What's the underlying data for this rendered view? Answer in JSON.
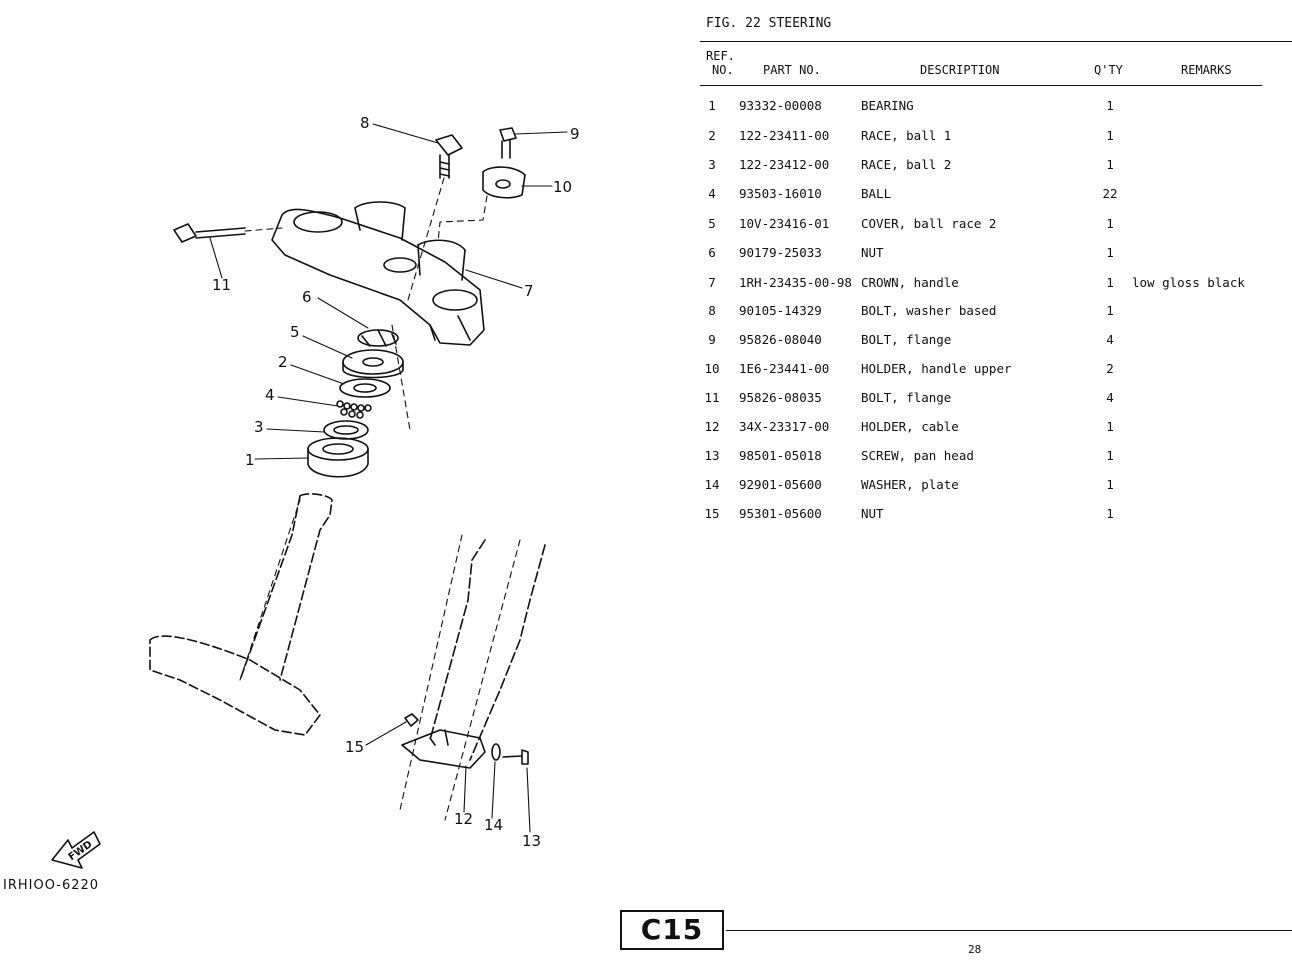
{
  "figure": {
    "title": "FIG. 22  STEERING",
    "drawing_id": "IRHIOO-6220",
    "fwd_label": "FWD"
  },
  "table": {
    "headers": {
      "ref_line1": "REF.",
      "ref_line2": "NO.",
      "part_no": "PART NO.",
      "description": "DESCRIPTION",
      "qty": "Q'TY",
      "remarks": "REMARKS"
    },
    "rows": [
      {
        "ref": "1",
        "part_no": "93332-00008",
        "description": "BEARING",
        "qty": "1",
        "remarks": ""
      },
      {
        "ref": "2",
        "part_no": "122-23411-00",
        "description": "RACE, ball 1",
        "qty": "1",
        "remarks": ""
      },
      {
        "ref": "3",
        "part_no": "122-23412-00",
        "description": "RACE, ball 2",
        "qty": "1",
        "remarks": ""
      },
      {
        "ref": "4",
        "part_no": "93503-16010",
        "description": "BALL",
        "qty": "22",
        "remarks": ""
      },
      {
        "ref": "5",
        "part_no": "10V-23416-01",
        "description": "COVER, ball race 2",
        "qty": "1",
        "remarks": ""
      },
      {
        "ref": "6",
        "part_no": "90179-25033",
        "description": "NUT",
        "qty": "1",
        "remarks": ""
      },
      {
        "ref": "7",
        "part_no": "1RH-23435-00-98",
        "description": "CROWN, handle",
        "qty": "1",
        "remarks": "low gloss black"
      },
      {
        "ref": "8",
        "part_no": "90105-14329",
        "description": "BOLT, washer based",
        "qty": "1",
        "remarks": ""
      },
      {
        "ref": "9",
        "part_no": "95826-08040",
        "description": "BOLT, flange",
        "qty": "4",
        "remarks": ""
      },
      {
        "ref": "10",
        "part_no": "1E6-23441-00",
        "description": "HOLDER, handle upper",
        "qty": "2",
        "remarks": ""
      },
      {
        "ref": "11",
        "part_no": "95826-08035",
        "description": "BOLT, flange",
        "qty": "4",
        "remarks": ""
      },
      {
        "ref": "12",
        "part_no": "34X-23317-00",
        "description": "HOLDER, cable",
        "qty": "1",
        "remarks": ""
      },
      {
        "ref": "13",
        "part_no": "98501-05018",
        "description": "SCREW, pan head",
        "qty": "1",
        "remarks": ""
      },
      {
        "ref": "14",
        "part_no": "92901-05600",
        "description": "WASHER, plate",
        "qty": "1",
        "remarks": ""
      },
      {
        "ref": "15",
        "part_no": "95301-05600",
        "description": "NUT",
        "qty": "1",
        "remarks": ""
      }
    ]
  },
  "callouts": [
    "1",
    "2",
    "3",
    "4",
    "5",
    "6",
    "7",
    "8",
    "9",
    "10",
    "11",
    "12",
    "13",
    "14",
    "15"
  ],
  "footer": {
    "page_code": "C15",
    "page_number": "28"
  }
}
